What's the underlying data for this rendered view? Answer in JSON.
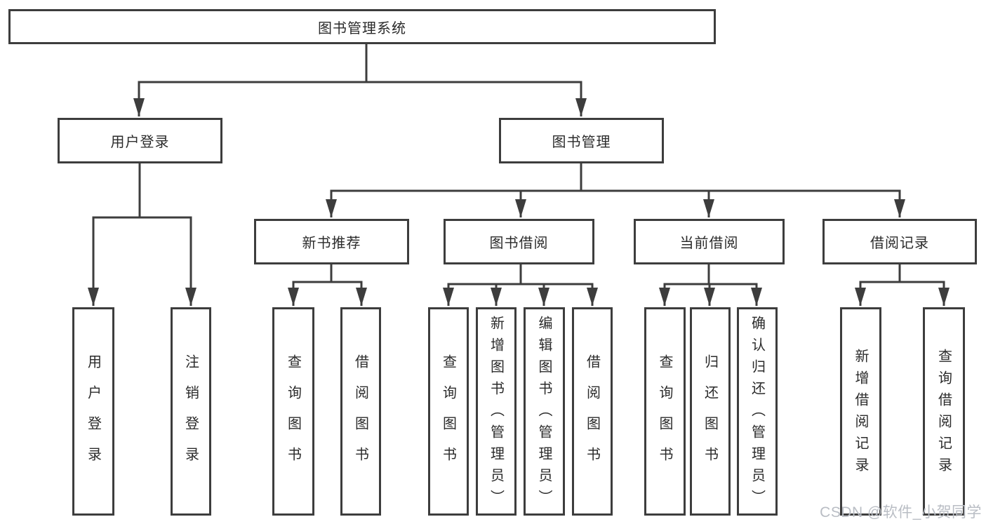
{
  "tree": {
    "root": {
      "label": "图书管理系统"
    },
    "branches": [
      {
        "label": "用户登录",
        "leaves": [
          "用户登录",
          "注销登录"
        ]
      },
      {
        "label": "图书管理",
        "groups": [
          {
            "label": "新书推荐",
            "leaves": [
              "查询图书",
              "借阅图书"
            ]
          },
          {
            "label": "图书借阅",
            "leaves": [
              "查询图书",
              "新增图书（管理员）",
              "编辑图书（管理员）",
              "借阅图书"
            ]
          },
          {
            "label": "当前借阅",
            "leaves": [
              "查询图书",
              "归还图书",
              "确认归还（管理员）"
            ]
          },
          {
            "label": "借阅记录",
            "leaves": [
              "新增借阅记录",
              "查询借阅记录"
            ]
          }
        ]
      }
    ]
  },
  "watermark": "CSDN @软件_小贺同学",
  "colors": {
    "line": "#3d3d3d",
    "text": "#2b2b2b",
    "watermark": "#b9bdc4",
    "background": "#ffffff"
  }
}
